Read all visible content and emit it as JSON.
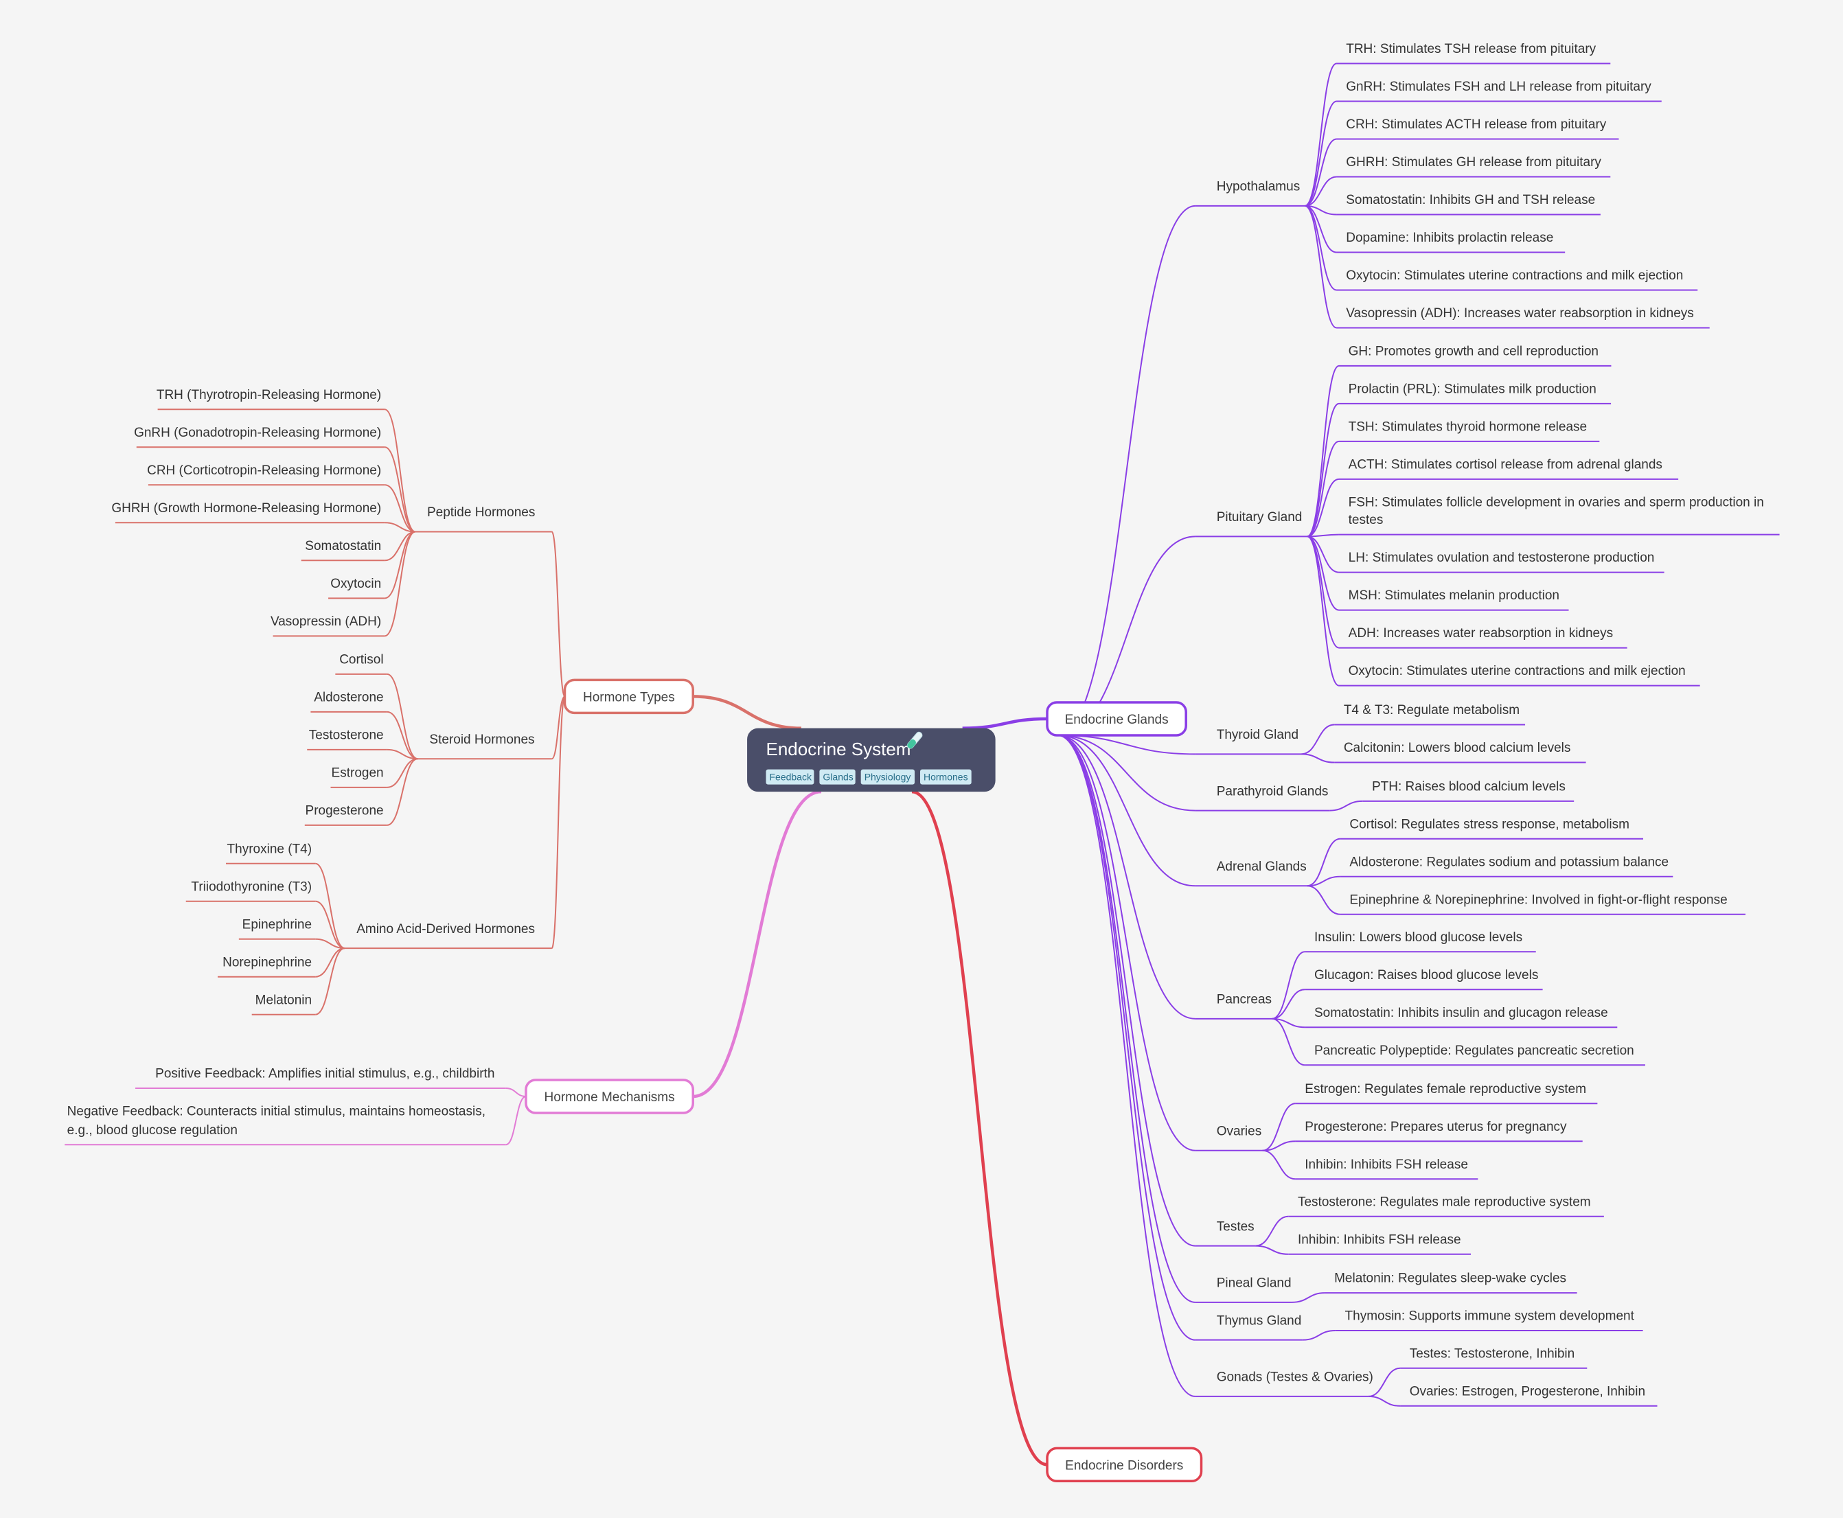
{
  "root": {
    "title": "Endocrine System",
    "icon": "test-tube-icon",
    "tags": [
      "Feedback",
      "Glands",
      "Physiology",
      "Hormones"
    ],
    "fill": "#4a4e69"
  },
  "branches": {
    "hormone_types": {
      "label": "Hormone Types",
      "color": "#d9716a",
      "peptide": {
        "label": "Peptide Hormones",
        "items": [
          "TRH (Thyrotropin-Releasing Hormone)",
          "GnRH (Gonadotropin-Releasing Hormone)",
          "CRH (Corticotropin-Releasing Hormone)",
          "GHRH (Growth Hormone-Releasing Hormone)",
          "Somatostatin",
          "Oxytocin",
          "Vasopressin (ADH)"
        ]
      },
      "steroid": {
        "label": "Steroid Hormones",
        "items": [
          "Cortisol",
          "Aldosterone",
          "Testosterone",
          "Estrogen",
          "Progesterone"
        ]
      },
      "amino": {
        "label": "Amino Acid-Derived Hormones",
        "items": [
          "Thyroxine (T4)",
          "Triiodothyronine (T3)",
          "Epinephrine",
          "Norepinephrine",
          "Melatonin"
        ]
      }
    },
    "hormone_mechanisms": {
      "label": "Hormone Mechanisms",
      "color": "#e27bd5",
      "items": [
        [
          "Positive Feedback: Amplifies initial stimulus, e.g., childbirth"
        ],
        [
          "Negative Feedback: Counteracts initial stimulus, maintains homeostasis,",
          "e.g., blood glucose regulation"
        ]
      ]
    },
    "endocrine_glands": {
      "label": "Endocrine Glands",
      "color": "#8a3ee6",
      "hypothalamus": {
        "label": "Hypothalamus",
        "items": [
          "TRH: Stimulates TSH release from pituitary",
          "GnRH: Stimulates FSH and LH release from pituitary",
          "CRH: Stimulates ACTH release from pituitary",
          "GHRH: Stimulates GH release from pituitary",
          "Somatostatin: Inhibits GH and TSH release",
          "Dopamine: Inhibits prolactin release",
          "Oxytocin: Stimulates uterine contractions and milk ejection",
          "Vasopressin (ADH): Increases water reabsorption in kidneys"
        ]
      },
      "pituitary": {
        "label": "Pituitary Gland",
        "items": [
          [
            "GH: Promotes growth and cell reproduction"
          ],
          [
            "Prolactin (PRL): Stimulates milk production"
          ],
          [
            "TSH: Stimulates thyroid hormone release"
          ],
          [
            "ACTH: Stimulates cortisol release from adrenal glands"
          ],
          [
            "FSH: Stimulates follicle development in ovaries and sperm production in",
            "testes"
          ],
          [
            "LH: Stimulates ovulation and testosterone production"
          ],
          [
            "MSH: Stimulates melanin production"
          ],
          [
            "ADH: Increases water reabsorption in kidneys"
          ],
          [
            "Oxytocin: Stimulates uterine contractions and milk ejection"
          ]
        ]
      },
      "thyroid": {
        "label": "Thyroid Gland",
        "items": [
          "T4 & T3: Regulate metabolism",
          "Calcitonin: Lowers blood calcium levels"
        ]
      },
      "parathyroid": {
        "label": "Parathyroid Glands",
        "items": [
          "PTH: Raises blood calcium levels"
        ]
      },
      "adrenal": {
        "label": "Adrenal Glands",
        "items": [
          "Cortisol: Regulates stress response, metabolism",
          "Aldosterone: Regulates sodium and potassium balance",
          "Epinephrine & Norepinephrine: Involved in fight-or-flight response"
        ]
      },
      "pancreas": {
        "label": "Pancreas",
        "items": [
          "Insulin: Lowers blood glucose levels",
          "Glucagon: Raises blood glucose levels",
          "Somatostatin: Inhibits insulin and glucagon release",
          "Pancreatic Polypeptide: Regulates pancreatic secretion"
        ]
      },
      "ovaries": {
        "label": "Ovaries",
        "items": [
          "Estrogen: Regulates female reproductive system",
          "Progesterone: Prepares uterus for pregnancy",
          "Inhibin: Inhibits FSH release"
        ]
      },
      "testes": {
        "label": "Testes",
        "items": [
          "Testosterone: Regulates male reproductive system",
          "Inhibin: Inhibits FSH release"
        ]
      },
      "pineal": {
        "label": "Pineal Gland",
        "items": [
          "Melatonin: Regulates sleep-wake cycles"
        ]
      },
      "thymus": {
        "label": "Thymus Gland",
        "items": [
          "Thymosin: Supports immune system development"
        ]
      },
      "gonads": {
        "label": "Gonads (Testes & Ovaries)",
        "items": [
          "Testes: Testosterone, Inhibin",
          "Ovaries: Estrogen, Progesterone, Inhibin"
        ]
      }
    },
    "endocrine_disorders": {
      "label": "Endocrine Disorders",
      "color": "#e0404f"
    }
  }
}
